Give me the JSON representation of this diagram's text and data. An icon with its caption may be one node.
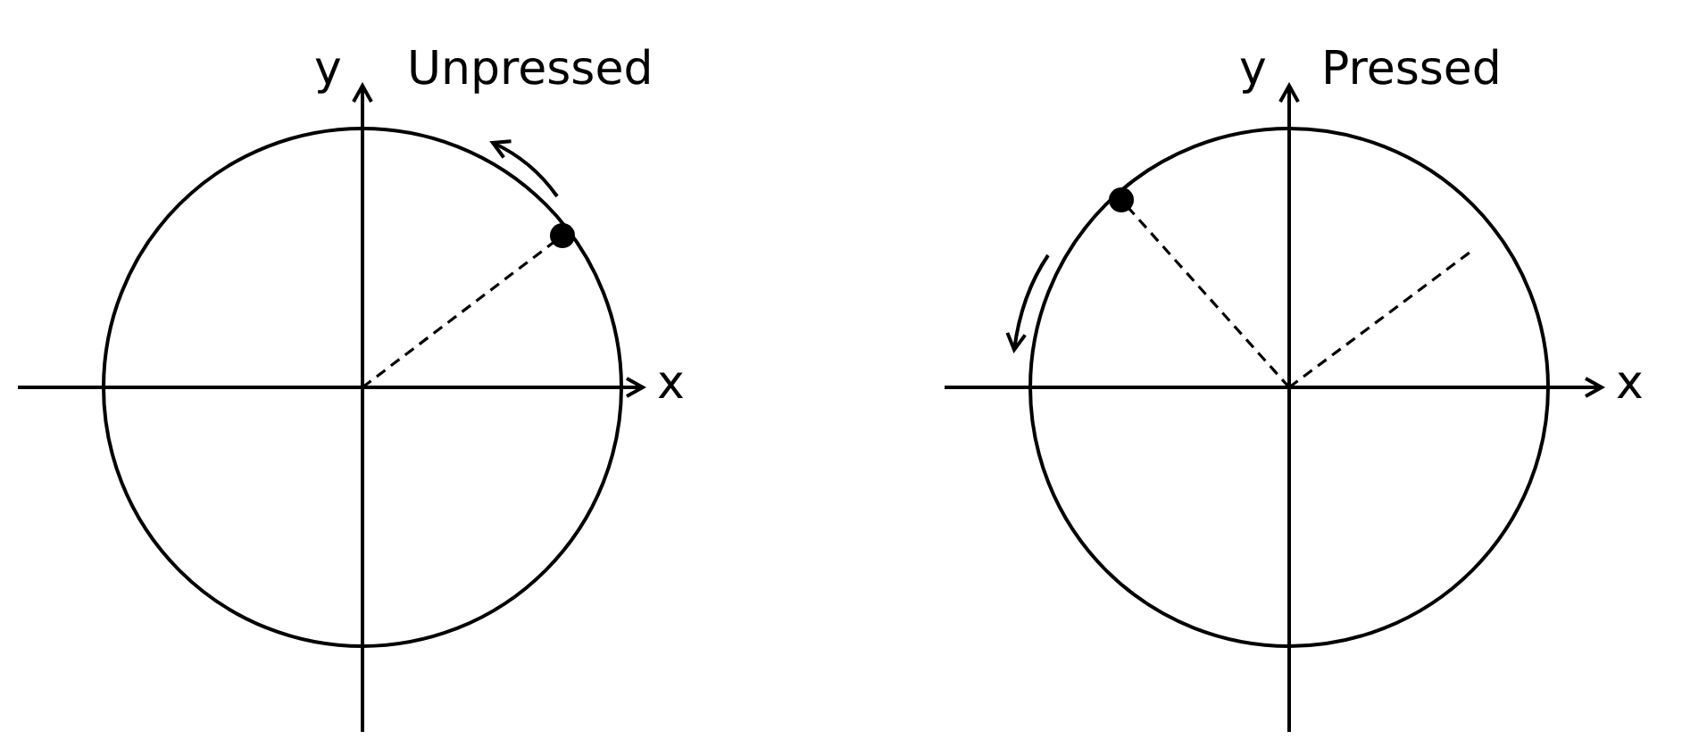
{
  "diagram": {
    "labels": [
      "y",
      "Unpressed",
      "x",
      "y",
      "Pressed",
      "x"
    ]
  }
}
